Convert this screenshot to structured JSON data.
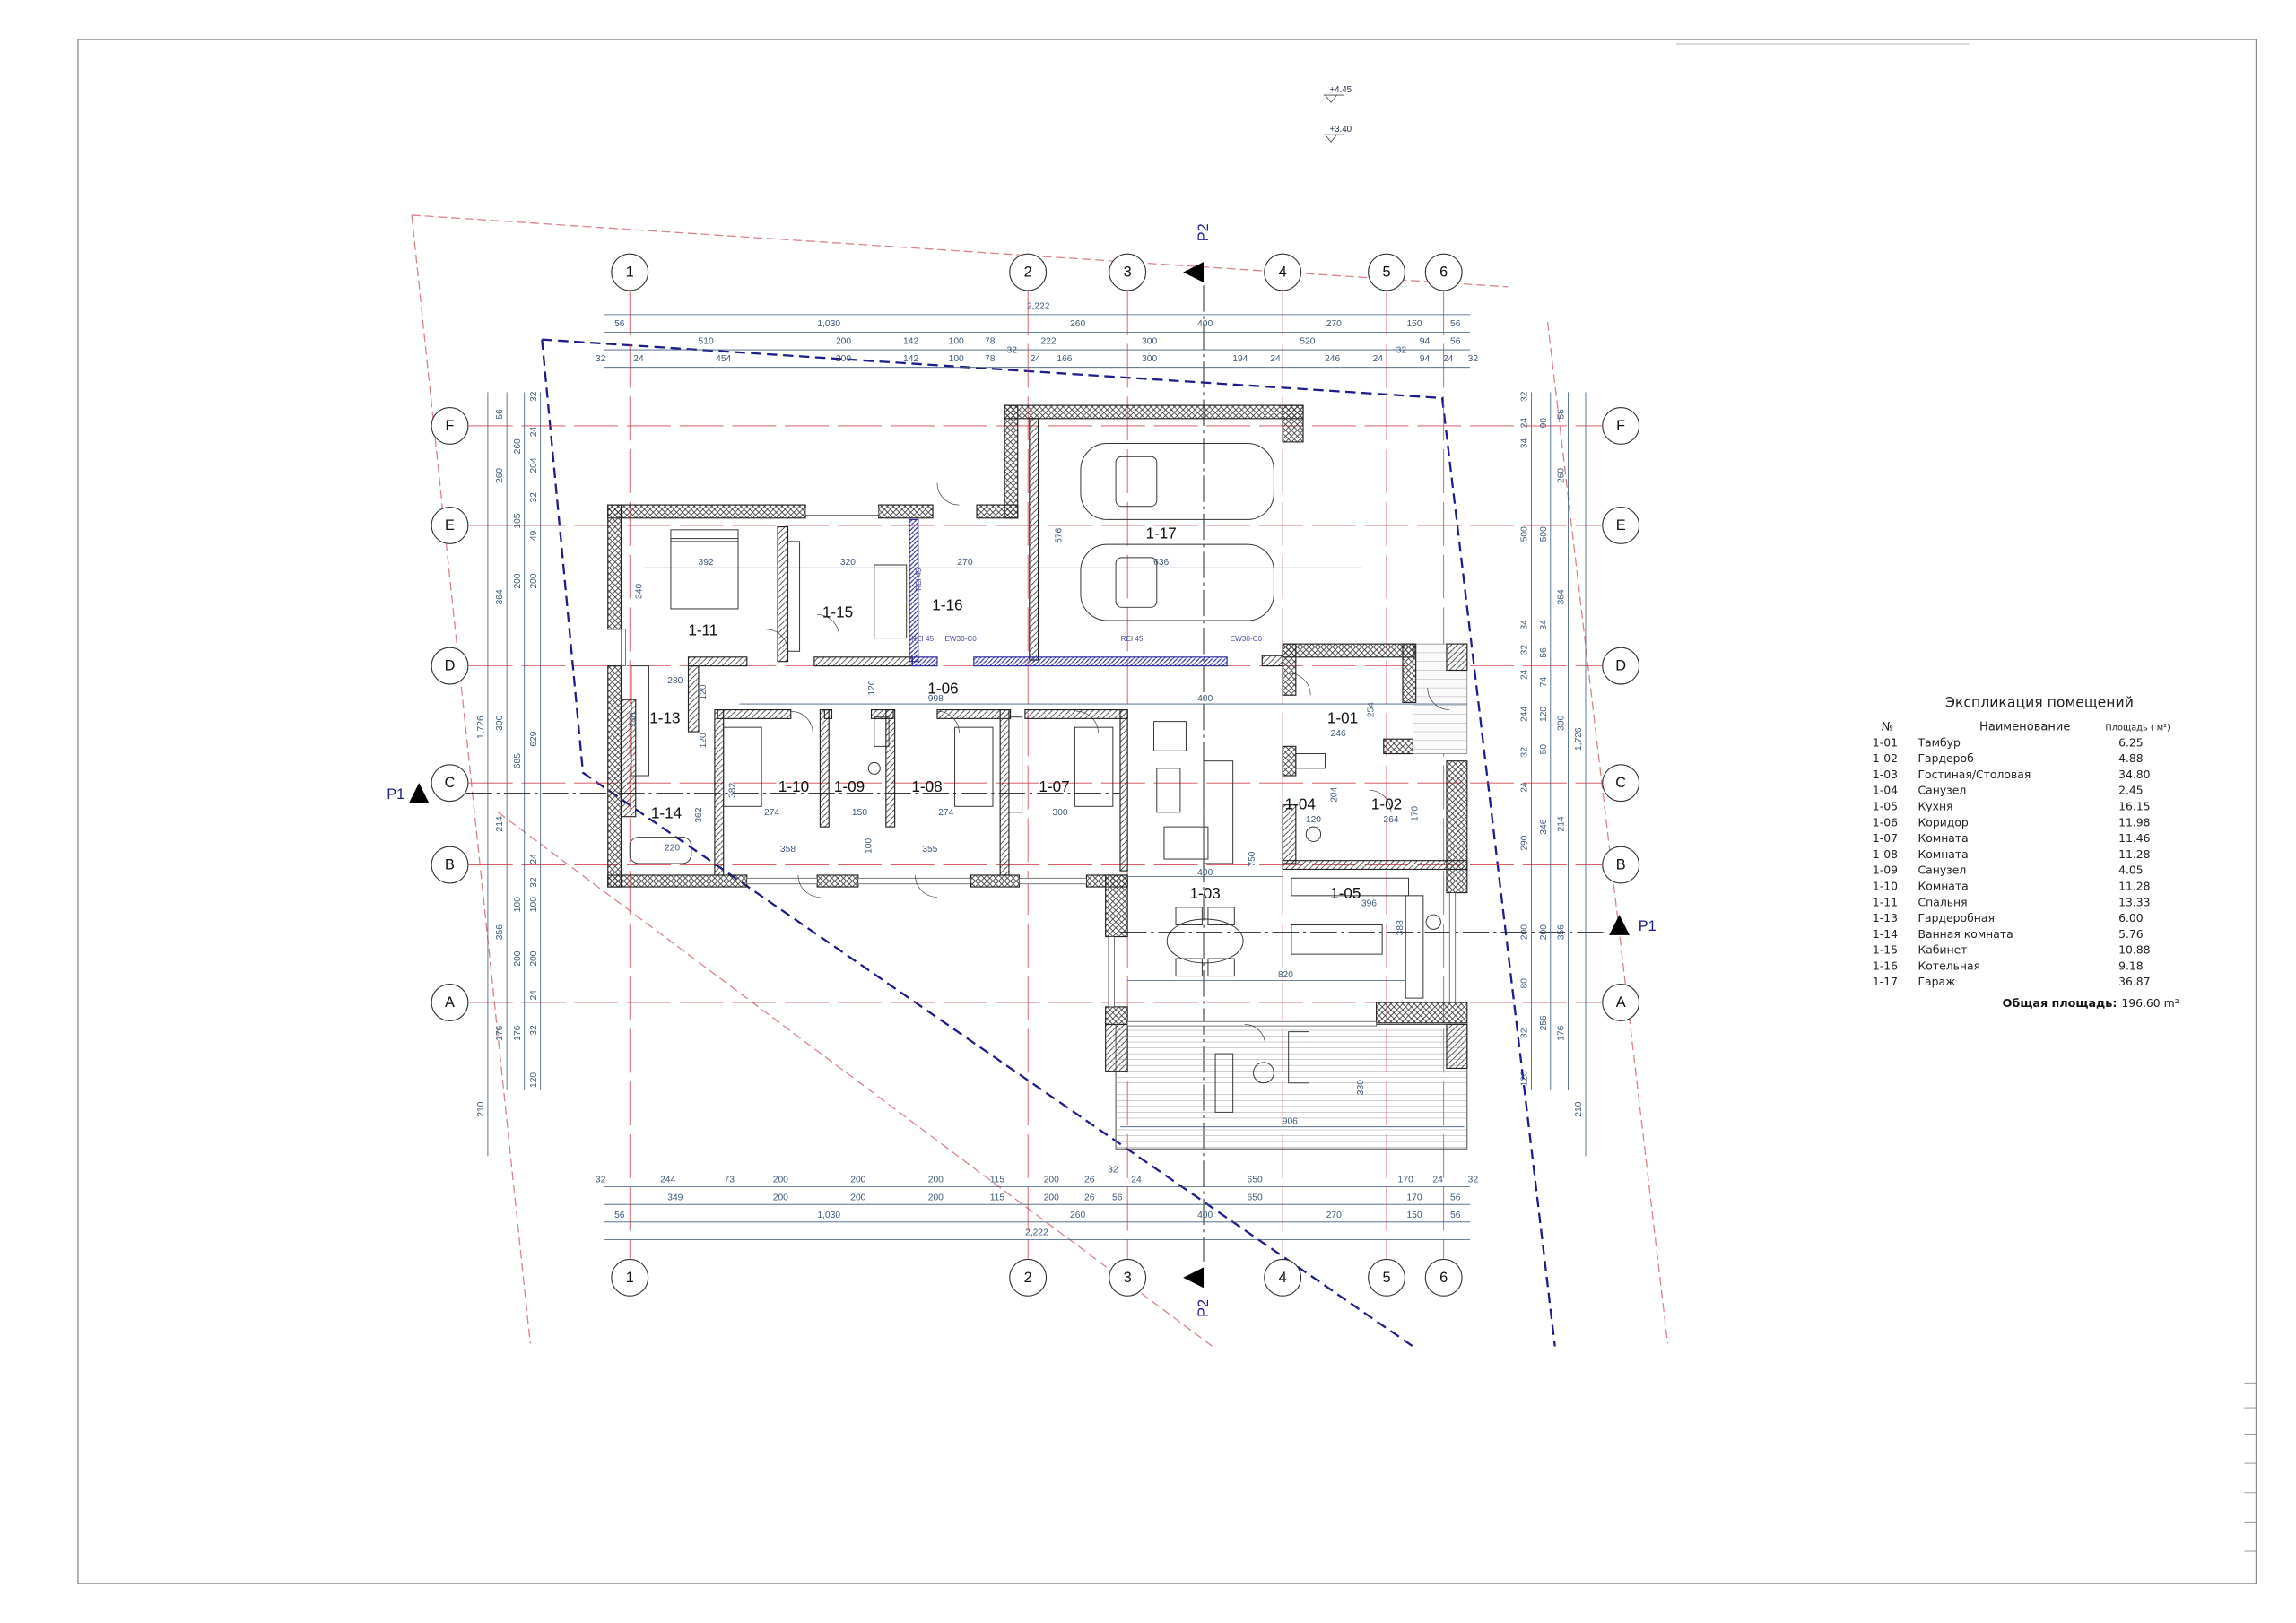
{
  "grid": {
    "columns": [
      "1",
      "2",
      "3",
      "4",
      "5",
      "6"
    ],
    "rows": [
      "F",
      "E",
      "D",
      "C",
      "B",
      "A"
    ]
  },
  "sections": {
    "p1": "P1",
    "p2": "P2"
  },
  "elevations": [
    "+4.45",
    "+3.40"
  ],
  "rooms": [
    "1-11",
    "1-15",
    "1-16",
    "1-17",
    "1-06",
    "1-13",
    "1-10",
    "1-09",
    "1-08",
    "1-07",
    "1-14",
    "1-01",
    "1-04",
    "1-02",
    "1-03",
    "1-05"
  ],
  "fire_ratings": [
    "REI 45",
    "REI 45",
    "EW30-C0",
    "REI 45",
    "EW30-C0"
  ],
  "dimensions": {
    "top": [
      [
        "2,222"
      ],
      [
        "56",
        "1,030",
        "260",
        "400",
        "270",
        "150",
        "56"
      ],
      [
        "510",
        "200",
        "142",
        "100",
        "78",
        "32",
        "222",
        "300",
        "520",
        "32",
        "94",
        "56"
      ],
      [
        "32",
        "24",
        "454",
        "200",
        "142",
        "100",
        "78",
        "24",
        "166",
        "300",
        "194",
        "24",
        "246",
        "24",
        "24",
        "94",
        "32"
      ]
    ],
    "bottom": [
      [
        "32",
        "244",
        "73",
        "200",
        "200",
        "200",
        "115",
        "200",
        "26",
        "32",
        "24",
        "650",
        "170",
        "24",
        "32"
      ],
      [
        "349",
        "200",
        "200",
        "200",
        "115",
        "200",
        "26",
        "56",
        "650",
        "170",
        "56"
      ],
      [
        "56",
        "1,030",
        "260",
        "400",
        "270",
        "150",
        "56"
      ],
      [
        "2,222"
      ]
    ],
    "left": [
      [
        "1,726",
        "210"
      ],
      [
        "56",
        "260",
        "364",
        "300",
        "214",
        "356",
        "176"
      ],
      [
        "260",
        "105",
        "200",
        "685",
        "100",
        "200",
        "176"
      ],
      [
        "32",
        "24",
        "204",
        "32",
        "49",
        "200",
        "629",
        "24",
        "32",
        "100",
        "200",
        "24",
        "32",
        "120"
      ]
    ],
    "right": [
      [
        "32",
        "24",
        "34",
        "500",
        "34",
        "32",
        "24",
        "244",
        "32",
        "24",
        "290",
        "200",
        "80",
        "32",
        "120"
      ],
      [
        "90",
        "500",
        "34",
        "56",
        "74",
        "120",
        "50",
        "346",
        "200",
        "256"
      ],
      [
        "56",
        "260",
        "364",
        "300",
        "214",
        "356",
        "176"
      ],
      [
        "1,726",
        "210"
      ]
    ],
    "interior": [
      "392",
      "320",
      "270",
      "636",
      "576",
      "340",
      "280",
      "120",
      "120",
      "998",
      "400",
      "240",
      "120",
      "382",
      "362",
      "274",
      "150",
      "274",
      "300",
      "220",
      "358",
      "100",
      "355",
      "246",
      "254",
      "204",
      "120",
      "264",
      "170",
      "750",
      "400",
      "396",
      "388",
      "820",
      "330",
      "906"
    ]
  },
  "explication": {
    "title": "Экспликация помещений",
    "headers": {
      "no": "№",
      "name": "Наименование",
      "area": "Площадь ( м²)"
    },
    "rows": [
      {
        "no": "1-01",
        "name": "Тамбур",
        "area": "6.25"
      },
      {
        "no": "1-02",
        "name": "Гардероб",
        "area": "4.88"
      },
      {
        "no": "1-03",
        "name": "Гостиная/Столовая",
        "area": "34.80"
      },
      {
        "no": "1-04",
        "name": "Санузел",
        "area": "2.45"
      },
      {
        "no": "1-05",
        "name": "Кухня",
        "area": "16.15"
      },
      {
        "no": "1-06",
        "name": "Коридор",
        "area": "11.98"
      },
      {
        "no": "1-07",
        "name": "Комната",
        "area": "11.46"
      },
      {
        "no": "1-08",
        "name": "Комната",
        "area": "11.28"
      },
      {
        "no": "1-09",
        "name": "Санузел",
        "area": "4.05"
      },
      {
        "no": "1-10",
        "name": "Комната",
        "area": "11.28"
      },
      {
        "no": "1-11",
        "name": "Спальня",
        "area": "13.33"
      },
      {
        "no": "1-13",
        "name": "Гардеробная",
        "area": "6.00"
      },
      {
        "no": "1-14",
        "name": "Ванная комната",
        "area": "5.76"
      },
      {
        "no": "1-15",
        "name": "Кабинет",
        "area": "10.88"
      },
      {
        "no": "1-16",
        "name": "Котельная",
        "area": "9.18"
      },
      {
        "no": "1-17",
        "name": "Гараж",
        "area": "36.87"
      }
    ],
    "total_label": "Общая площадь:",
    "total_value": "196.60 m²"
  },
  "colors": {
    "grid_line": "#d0474f",
    "dimension": "#3d5a7a",
    "building_line": "#1c1c8c",
    "plot_boundary": "#d9848a",
    "wall": "#222222",
    "fire_wall": "#2a2a9a"
  }
}
